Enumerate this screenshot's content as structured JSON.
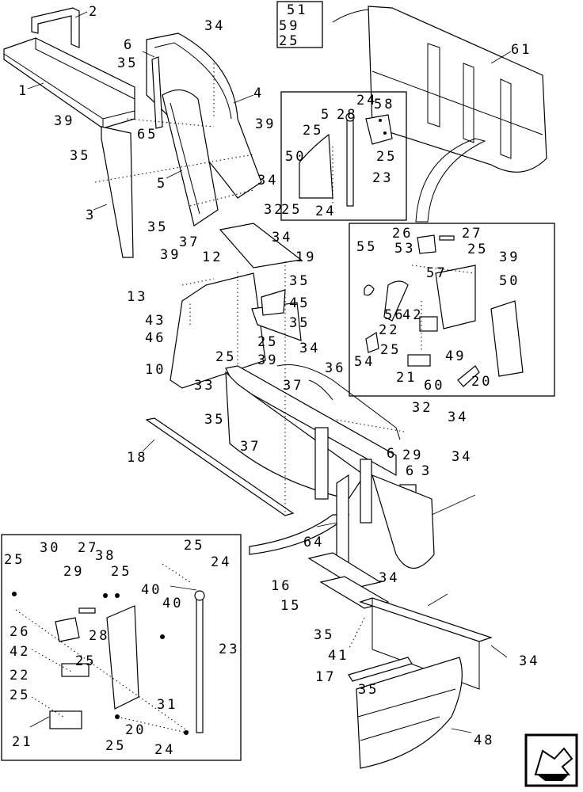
{
  "callouts": {
    "c1": "1",
    "c2": "2",
    "c3": "3",
    "c4": "4",
    "c5": "5",
    "c6": "6",
    "c10": "10",
    "c12": "12",
    "c13": "13",
    "c15": "15",
    "c16": "16",
    "c17": "17",
    "c18": "18",
    "c19": "19",
    "c20": "20",
    "c21": "21",
    "c22": "22",
    "c23": "23",
    "c24": "24",
    "c25": "25",
    "c26": "26",
    "c27": "27",
    "c28": "28",
    "c29": "29",
    "c30": "30",
    "c31": "31",
    "c32": "32",
    "c33": "33",
    "c34": "34",
    "c35": "35",
    "c36": "36",
    "c37": "37",
    "c38": "38",
    "c39": "39",
    "c40": "40",
    "c41": "41",
    "c42": "42",
    "c43": "43",
    "c45": "45",
    "c46": "46",
    "c48": "48",
    "c49": "49",
    "c50": "50",
    "c51": "51",
    "c53": "53",
    "c54": "54",
    "c55": "55",
    "c56": "56",
    "c57": "57",
    "c58": "58",
    "c59": "59",
    "c60": "60",
    "c61": "61",
    "c64": "64",
    "c65": "65"
  },
  "nav_icon": "next-page-arrow-icon"
}
